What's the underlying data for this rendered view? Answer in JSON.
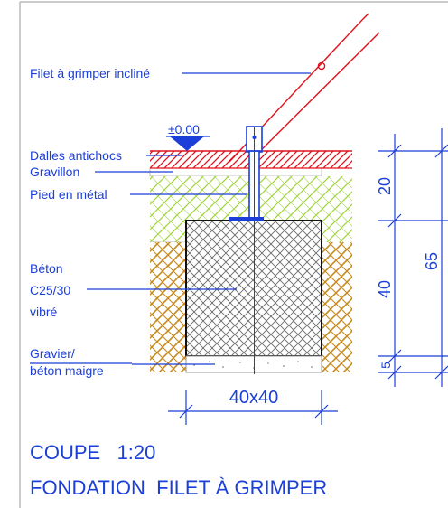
{
  "level": {
    "text": "±0.00"
  },
  "labels": {
    "filet": "Filet à grimper incliné",
    "dalles": "Dalles antichocs",
    "gravillon": "Gravillon",
    "pied": "Pied en métal",
    "beton_1": "Béton",
    "beton_2": "C25/30",
    "beton_3": "vibré",
    "gravier_1": "Gravier/",
    "gravier_2": "béton maigre"
  },
  "dimensions": {
    "d20": "20",
    "d40": "40",
    "d5": "5",
    "total": "65",
    "width": "40x40"
  },
  "title": {
    "line1": "COUPE   1:20",
    "line2": "FONDATION  FILET À GRIMPER"
  },
  "colors": {
    "blue": "#1b3fd8",
    "red": "#e0101b",
    "green": "#9fd43a",
    "ochre": "#c88a1e",
    "hatch": "#555555"
  }
}
